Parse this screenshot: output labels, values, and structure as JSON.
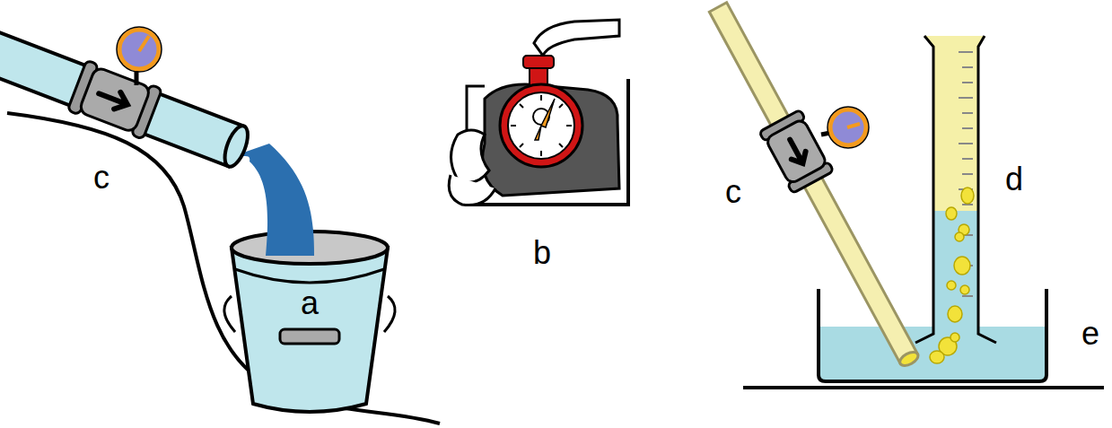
{
  "diagram": {
    "labels": [
      "c",
      "a",
      "b",
      "c",
      "d",
      "e"
    ]
  }
}
